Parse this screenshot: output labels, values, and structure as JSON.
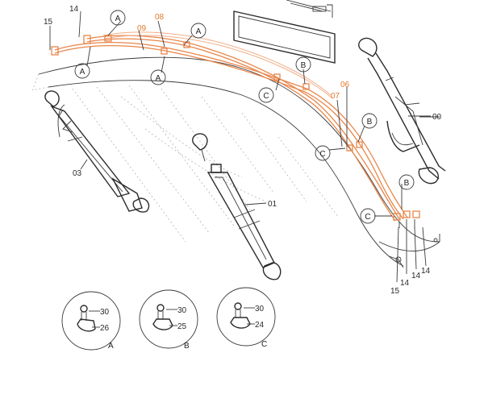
{
  "callouts": {
    "a": "A",
    "b": "B",
    "c": "C"
  },
  "parts": {
    "p00": "00",
    "p01": "01",
    "p03": "03",
    "p06": "06",
    "p07": "07",
    "p08": "08",
    "p09": "09",
    "p14": "14",
    "p15": "15",
    "p24": "24",
    "p25": "25",
    "p26": "26",
    "p30": "30"
  },
  "colors": {
    "pipe": "#e8864a",
    "pipe_label": "#e07a2c",
    "line": "#2c2c2c"
  }
}
